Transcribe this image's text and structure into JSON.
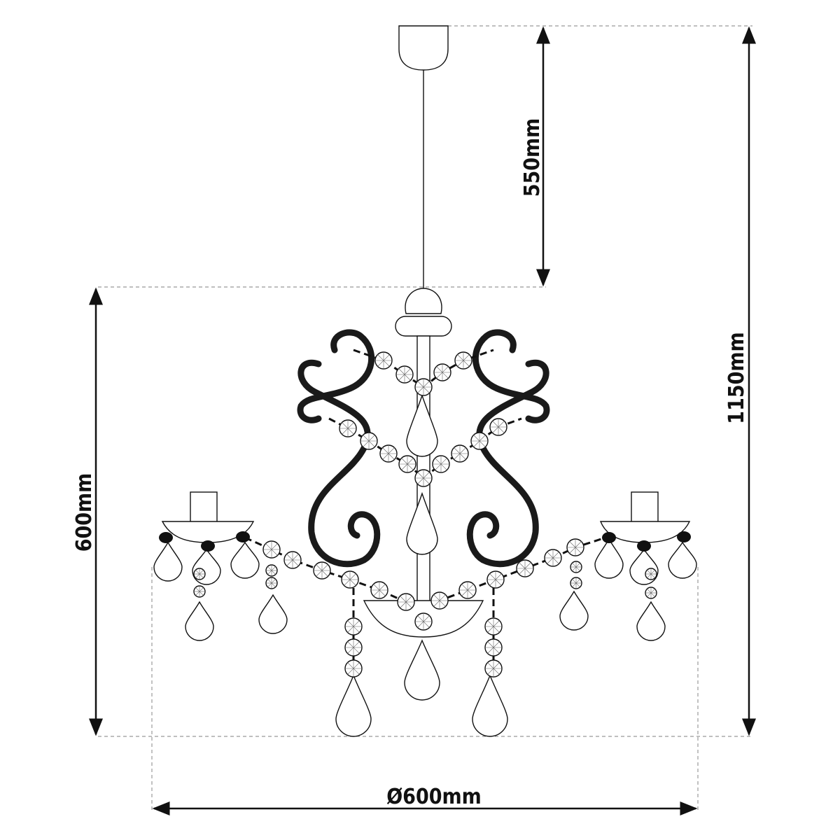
{
  "title": "Chandelier dimension drawing",
  "dimensions": {
    "drop_length": "550mm",
    "total_height": "1150mm",
    "body_height": "600mm",
    "diameter": "Ø600mm"
  },
  "colors": {
    "line": "#111111",
    "guide": "#999999",
    "metal": "#1a1a1a"
  }
}
